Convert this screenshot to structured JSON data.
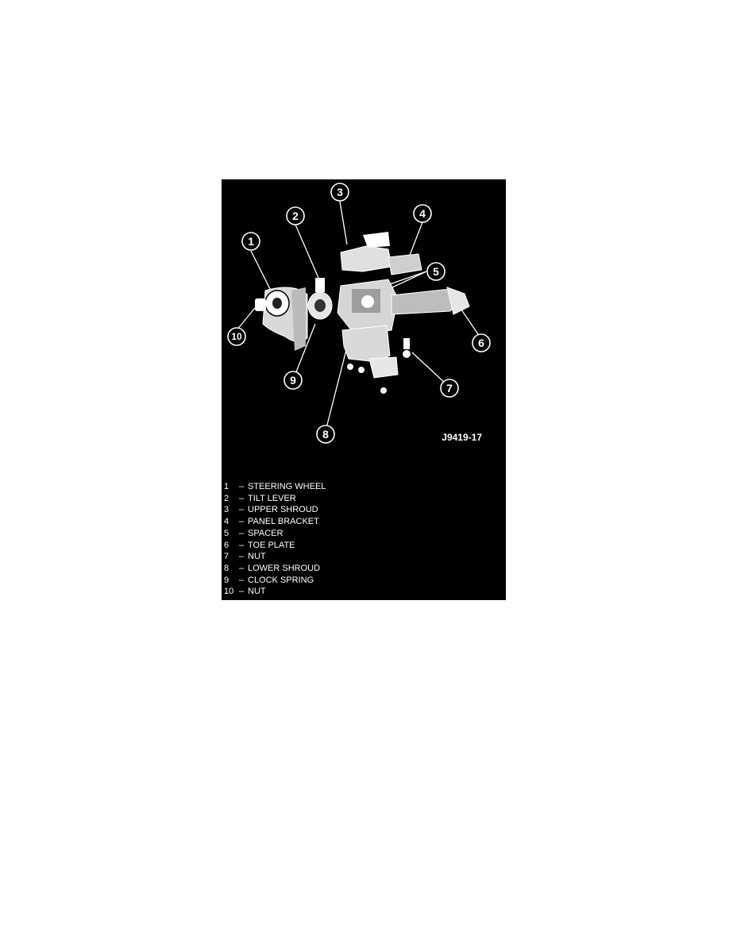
{
  "figure": {
    "id_label": "J9419-17",
    "colors": {
      "background": "#000000",
      "foreground": "#ffffff"
    },
    "callouts": [
      "1",
      "2",
      "3",
      "4",
      "5",
      "6",
      "7",
      "8",
      "9",
      "10"
    ],
    "legend": [
      {
        "num": "1",
        "dash": "–",
        "label": "STEERING WHEEL"
      },
      {
        "num": "2",
        "dash": "–",
        "label": "TILT LEVER"
      },
      {
        "num": "3",
        "dash": "–",
        "label": "UPPER SHROUD"
      },
      {
        "num": "4",
        "dash": "–",
        "label": "PANEL BRACKET"
      },
      {
        "num": "5",
        "dash": "–",
        "label": "SPACER"
      },
      {
        "num": "6",
        "dash": "–",
        "label": "TOE PLATE"
      },
      {
        "num": "7",
        "dash": "–",
        "label": "NUT"
      },
      {
        "num": "8",
        "dash": "–",
        "label": "LOWER SHROUD"
      },
      {
        "num": "9",
        "dash": "–",
        "label": "CLOCK SPRING"
      },
      {
        "num": "10",
        "dash": "–",
        "label": "NUT"
      }
    ]
  }
}
